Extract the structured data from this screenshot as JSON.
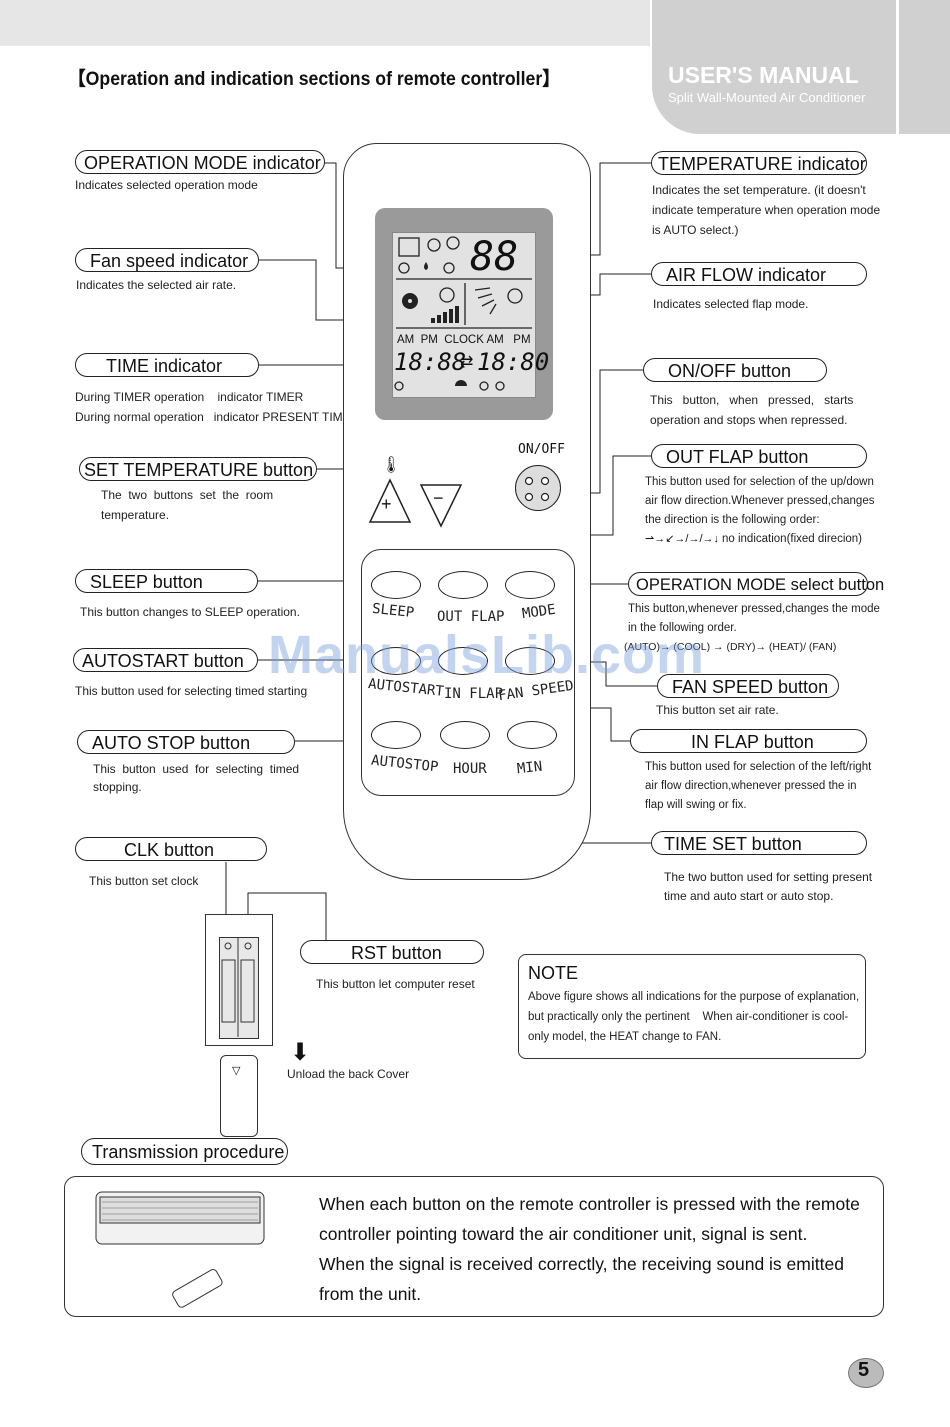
{
  "header": {
    "title": "USER'S MANUAL",
    "subtitle": "Split Wall-Mounted Air Conditioner"
  },
  "section_heading": "【Operation and indication sections of  remote controller】",
  "watermark": "ManualsLib.com",
  "labels": {
    "operation_mode_indicator": {
      "title": "OPERATION MODE indicator",
      "desc": "Indicates selected operation mode"
    },
    "fan_speed_indicator": {
      "title": "Fan speed indicator",
      "desc": "Indicates the selected air rate."
    },
    "time_indicator": {
      "title": "TIME indicator",
      "desc_line1": "During TIMER operation    indicator TIMER",
      "desc_line2": "During normal operation   indicator PRESENT TIME"
    },
    "set_temperature_button": {
      "title": "SET TEMPERATURE button",
      "desc_line1": "The  two  buttons  set  the  room",
      "desc_line2": "temperature."
    },
    "sleep_button": {
      "title": "SLEEP button",
      "desc": "This button changes to SLEEP operation."
    },
    "autostart_button": {
      "title": "AUTOSTART button",
      "desc": "This button used for selecting timed starting"
    },
    "auto_stop_button": {
      "title": "AUTO STOP button",
      "desc_line1": "This  button  used  for  selecting  timed",
      "desc_line2": "stopping."
    },
    "clk_button": {
      "title": "CLK button",
      "desc": "This button set clock"
    },
    "rst_button": {
      "title": "RST button",
      "desc": "This button let computer reset"
    },
    "temperature_indicator": {
      "title": "TEMPERATURE indicator",
      "desc_line1": "Indicates the set temperature. (it doesn't",
      "desc_line2": "indicate temperature when operation mode",
      "desc_line3": "is AUTO select.)"
    },
    "air_flow_indicator": {
      "title": "AIR FLOW indicator",
      "desc": "Indicates selected flap mode."
    },
    "on_off_button": {
      "title": "ON/OFF button",
      "desc_line1": "This   button,   when   pressed,   starts",
      "desc_line2": "operation and stops when repressed."
    },
    "out_flap_button": {
      "title": "OUT FLAP button",
      "desc_line1": "This button used for selection of the up/down",
      "desc_line2": "air flow direction.Whenever pressed,changes",
      "desc_line3": "the direction is the following order:",
      "desc_line4": "no indication(fixed direcion)"
    },
    "operation_mode_select_button": {
      "title": "OPERATION MODE select button",
      "desc_line1": "This button,whenever pressed,changes the mode",
      "desc_line2": "in the following order.",
      "desc_line3": "(AUTO)→ (COOL) → (DRY)→ (HEAT)/ (FAN)"
    },
    "fan_speed_button": {
      "title": "FAN SPEED button",
      "desc": "This button set air rate."
    },
    "in_flap_button": {
      "title": "IN FLAP button",
      "desc_line1": "This button used for selection of the left/right",
      "desc_line2": "air flow direction,whenever pressed the in",
      "desc_line3": "flap will swing or fix."
    },
    "time_set_button": {
      "title": "TIME SET button",
      "desc_line1": "The two button used for setting present",
      "desc_line2": "time and auto start or auto stop."
    }
  },
  "remote": {
    "lcd": {
      "temp_digits": "88",
      "time_left": "18:88",
      "time_right": "18:80",
      "time_header": "AM  PM  CLOCK AM   PM"
    },
    "on_off_label": "ON/OFF",
    "buttons": {
      "sleep": "SLEEP",
      "out_flap": "OUT FLAP",
      "mode": "MODE",
      "autostart": "AUTOSTART",
      "in_flap": "IN FLAP",
      "fan_speed": "FAN SPEED",
      "autostop": "AUTOSTOP",
      "hour": "HOUR",
      "min": "MIN"
    },
    "plus": "+",
    "minus": "−"
  },
  "unload": "Unload the back Cover",
  "note": {
    "title": "NOTE",
    "line1": "Above  figure shows all indications for the purpose of explanation,",
    "line2": "but practically only the pertinent    When air-conditioner is cool-",
    "line3": "only model, the HEAT change to FAN."
  },
  "transmission": {
    "title": "Transmission procedure",
    "line1": "When each button on the remote controller is pressed with the remote",
    "line2": "controller pointing toward the air conditioner unit, signal is sent.",
    "line3": "When the signal is received correctly, the receiving sound is emitted",
    "line4": "from the unit."
  },
  "page_number": "5"
}
